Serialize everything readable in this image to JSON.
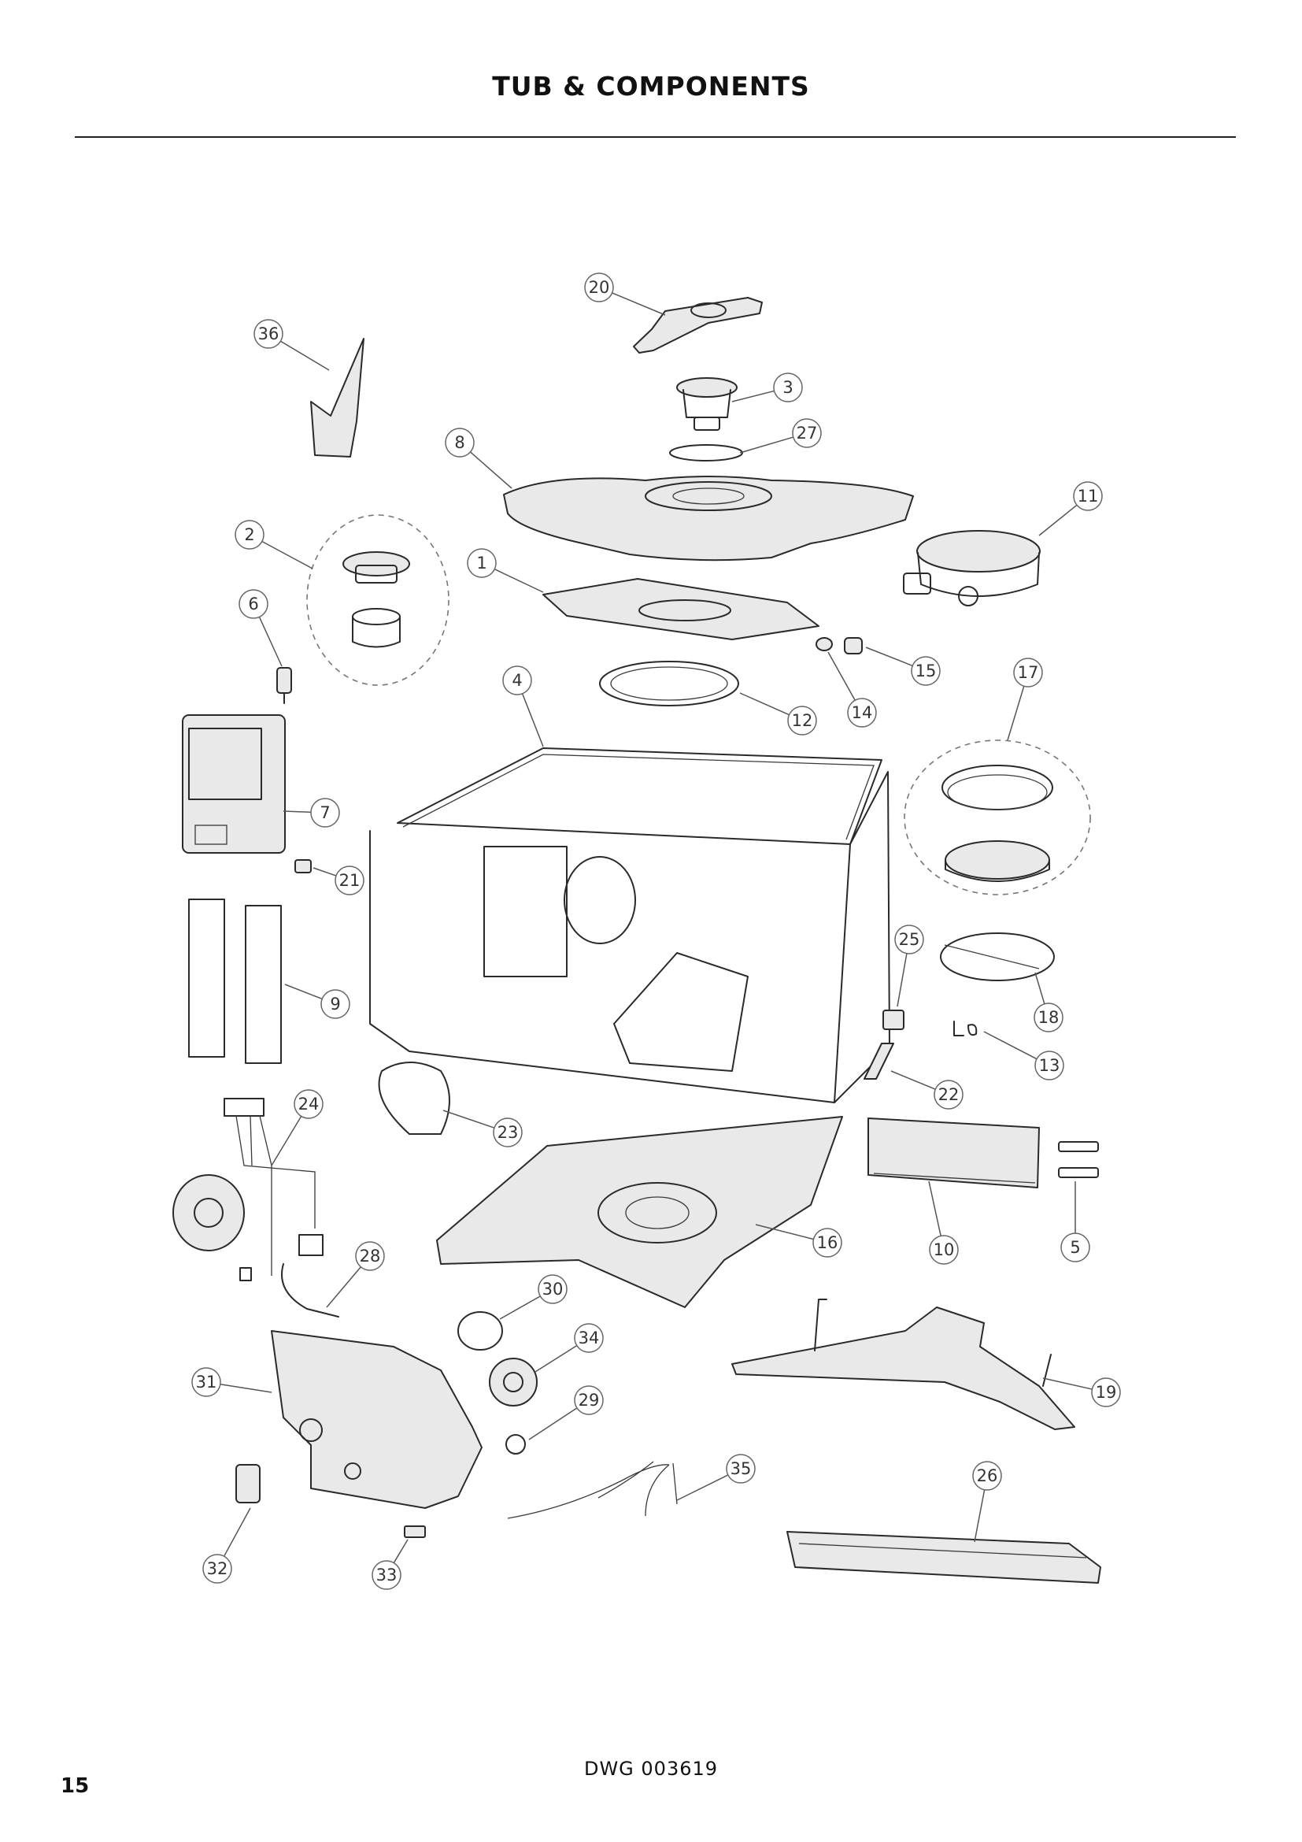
{
  "page": {
    "title": "TUB & COMPONENTS",
    "drawing_number": "DWG 003619",
    "page_number": "15"
  },
  "callouts": [
    "1",
    "2",
    "3",
    "4",
    "5",
    "6",
    "7",
    "8",
    "9",
    "10",
    "11",
    "12",
    "13",
    "14",
    "15",
    "16",
    "17",
    "18",
    "19",
    "20",
    "21",
    "22",
    "23",
    "24",
    "25",
    "26",
    "27",
    "28",
    "29",
    "30",
    "31",
    "32",
    "33",
    "34",
    "35",
    "36"
  ]
}
